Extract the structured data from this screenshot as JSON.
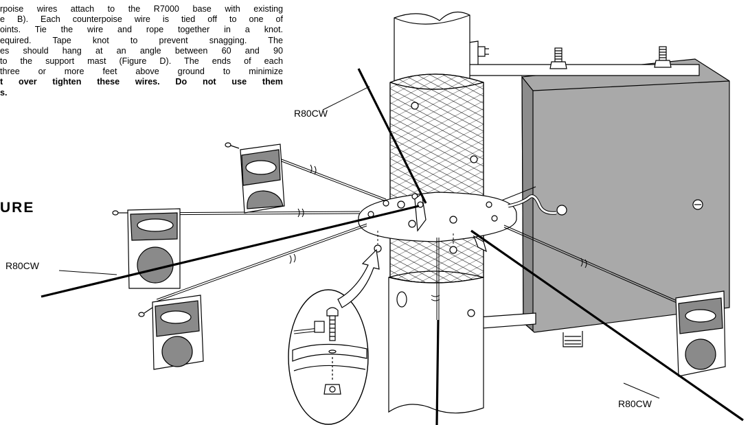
{
  "instructions": {
    "lines": [
      "rpoise wires attach to the R7000 base with existing",
      "e B).  Each counterpoise wire is tied off to one of",
      "oints.  Tie the wire and rope together in a knot.",
      "equired.  Tape knot to prevent snagging.  The",
      "es should hang at an angle between 60 and 90",
      "to the support mast (Figure D). The ends of each",
      "three or more feet above ground to minimize"
    ],
    "bold_lines": [
      "t over tighten these wires.  Do not use them",
      "s."
    ]
  },
  "heading": "URE",
  "callouts": {
    "top": "R80CW",
    "left": "R80CW",
    "right": "R80CW"
  },
  "colors": {
    "line": "#000000",
    "box_fill": "#a9a9a9",
    "box_side": "#8c8c8c",
    "card_dark": "#8a8a8a",
    "paper": "#ffffff"
  }
}
